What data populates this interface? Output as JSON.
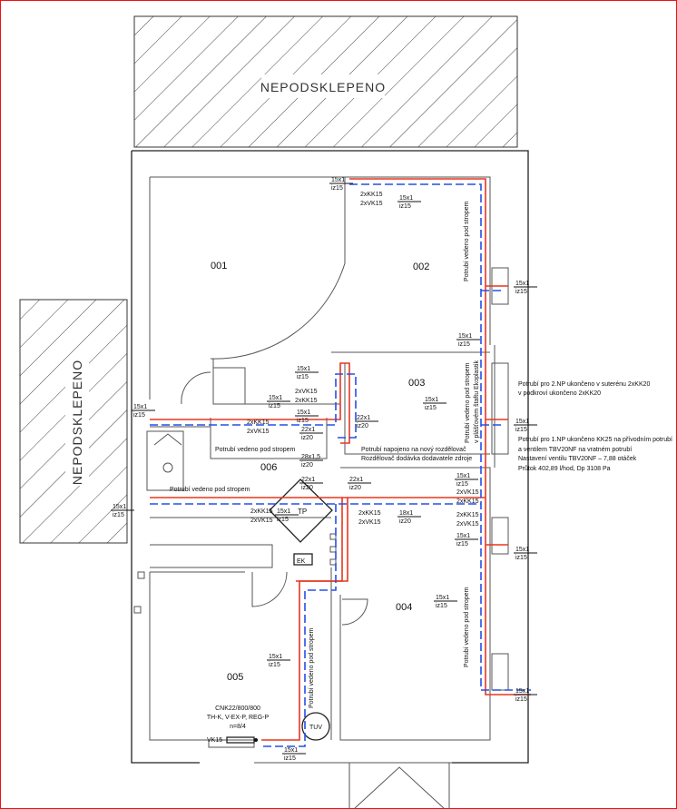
{
  "drawing": {
    "unexcavated_top": "NEPODSKLEPENO",
    "unexcavated_left": "NEPODSKLEPENO",
    "rooms": [
      "001",
      "002",
      "003",
      "004",
      "005",
      "006"
    ],
    "equipment": {
      "tp": "TP",
      "ek": "EK",
      "tuv": "TUV",
      "vk": "VK15"
    },
    "radiator": [
      "CNK22/800/800",
      "TH-K, V-EX-P, REG-P",
      "n=8/4"
    ],
    "notes": {
      "ceiling_006_top": "Potrubí vedeno pod stropem",
      "ceiling_006_bottom": "Potrubí vedeno pod stropem",
      "ceiling_002": "Potrubí vedeno pod stropem",
      "ceiling_004": "Potrubí vedeno pod stropem",
      "ceiling_005": "Potrubí vedeno pod stropem",
      "ceiling_003_a": "Potrubí vedeno pod stropem",
      "ceiling_003_b": "v plášťovém štaftu Ekoplastik",
      "distributor_1": "Potrubí napojeno na nový rozdělovač",
      "distributor_2": "Rozdělovač dodávka dodavatele zdroje",
      "np2_1": "Potrubí pro 2.NP ukončeno v suterénu 2xKK20",
      "np2_2": "v podkroví ukončeno 2xKK20",
      "np1_1": "Potrubí pro 1.NP ukončeno KK25 na přívodním potrubí",
      "np1_2": "a ventilem TBV20NF na vratném potrubí",
      "np1_3": "Nastavení ventilu TBV20NF – 7,88 otáček",
      "np1_4": "Průtok 402,89 l/hod, Dp 3108 Pa"
    },
    "pipe_labels": [
      [
        "15x1",
        "iz15"
      ],
      [
        "15x1",
        "iz15"
      ],
      [
        "15x1",
        "iz15"
      ],
      [
        "15x1",
        "iz15"
      ],
      [
        "15x1",
        "iz15"
      ],
      [
        "15x1",
        "iz15"
      ],
      [
        "22x1",
        "iz20"
      ],
      [
        "22x1",
        "iz20"
      ],
      [
        "28x1,5",
        "iz20"
      ],
      [
        "22x1",
        "iz20"
      ],
      [
        "22x1",
        "iz20"
      ],
      [
        "15x1",
        "iz15"
      ],
      [
        "15x1",
        "iz15"
      ],
      [
        "15x1",
        "iz15"
      ],
      [
        "18x1",
        "iz20"
      ],
      [
        "15x1",
        "iz15"
      ],
      [
        "15x1",
        "iz15"
      ],
      [
        "15x1",
        "iz15"
      ],
      [
        "15x1",
        "iz15"
      ],
      [
        "15x1",
        "iz15"
      ],
      [
        "15x1",
        "iz15"
      ],
      [
        "15x1",
        "iz15"
      ],
      [
        "15x1",
        "iz15"
      ],
      [
        "15x1",
        "iz15"
      ],
      [
        "15x1",
        "iz15"
      ]
    ],
    "valve_labels": [
      [
        "2xKK15",
        "2xVK15"
      ],
      [
        "2xVK15",
        "2xKK15"
      ],
      [
        "2xKK15",
        "2xVK15"
      ],
      [
        "2xKK15",
        "2xVK15"
      ],
      [
        "2xKK15",
        "2xVK15"
      ],
      [
        "2xVK15",
        "2xKK15"
      ],
      [
        "2xKK15",
        "2xVK15"
      ]
    ]
  }
}
